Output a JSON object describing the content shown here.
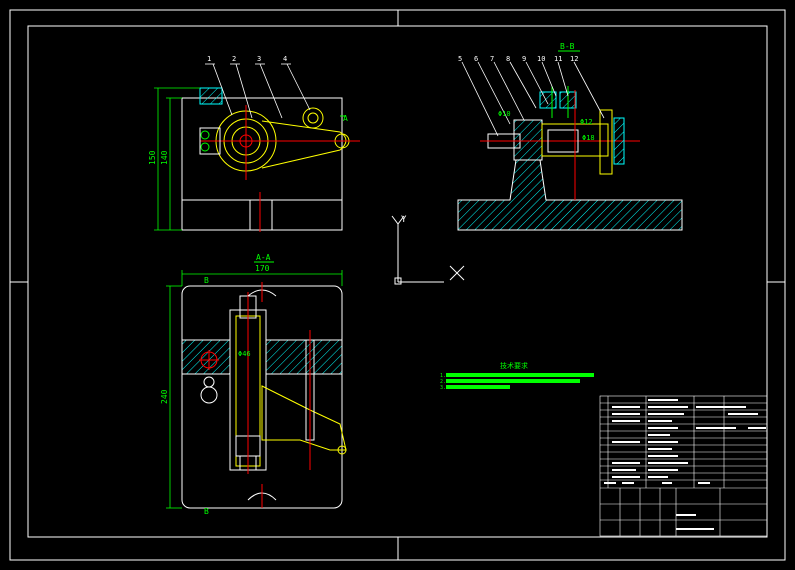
{
  "views": {
    "section_bb": {
      "label": "B-B"
    },
    "section_aa": {
      "label": "A-A"
    }
  },
  "part_numbers": {
    "top_view": [
      "1",
      "2",
      "3",
      "4"
    ],
    "section_bb": [
      "5",
      "6",
      "7",
      "8",
      "9",
      "10",
      "11",
      "12"
    ]
  },
  "dimensions": {
    "height_outer": "150",
    "height_inner": "140",
    "width_total": "170",
    "height_total": "240",
    "diam_1": "Φ10",
    "diam_2": "Φ12",
    "diam_3": "Φ18",
    "diam_4": "Φ46"
  },
  "section_markers": {
    "a": "A",
    "b": "B"
  },
  "ucs": {
    "y_axis": "Y"
  },
  "tech_requirements": {
    "title": "技术要求",
    "items": [
      "1.",
      "2.",
      "3."
    ]
  },
  "colors": {
    "frame": "#ffffff",
    "outline": "#ffffff",
    "part": "#ffff00",
    "hatch": "#00ffff",
    "centerline": "#ff0000",
    "dimension": "#00ff00",
    "bolt_head": "#00ffff"
  }
}
